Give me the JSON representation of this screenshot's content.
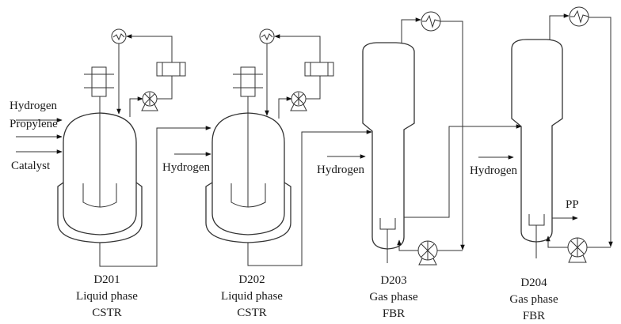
{
  "title": "Polypropylene polymerization process flow",
  "feeds": {
    "hydrogen_1": "Hydrogen",
    "propylene": "Propylene",
    "catalyst": "Catalyst",
    "hydrogen_2": "Hydrogen",
    "hydrogen_3": "Hydrogen",
    "hydrogen_4": "Hydrogen"
  },
  "product": "PP",
  "reactors": [
    {
      "id": "D201",
      "phase": "Liquid phase",
      "type": "CSTR"
    },
    {
      "id": "D202",
      "phase": "Liquid phase",
      "type": "CSTR"
    },
    {
      "id": "D203",
      "phase": "Gas phase",
      "type": "FBR"
    },
    {
      "id": "D204",
      "phase": "Gas phase",
      "type": "FBR"
    }
  ],
  "colors": {
    "line": "#333333",
    "text": "#1a1a1a",
    "background": "#ffffff"
  }
}
